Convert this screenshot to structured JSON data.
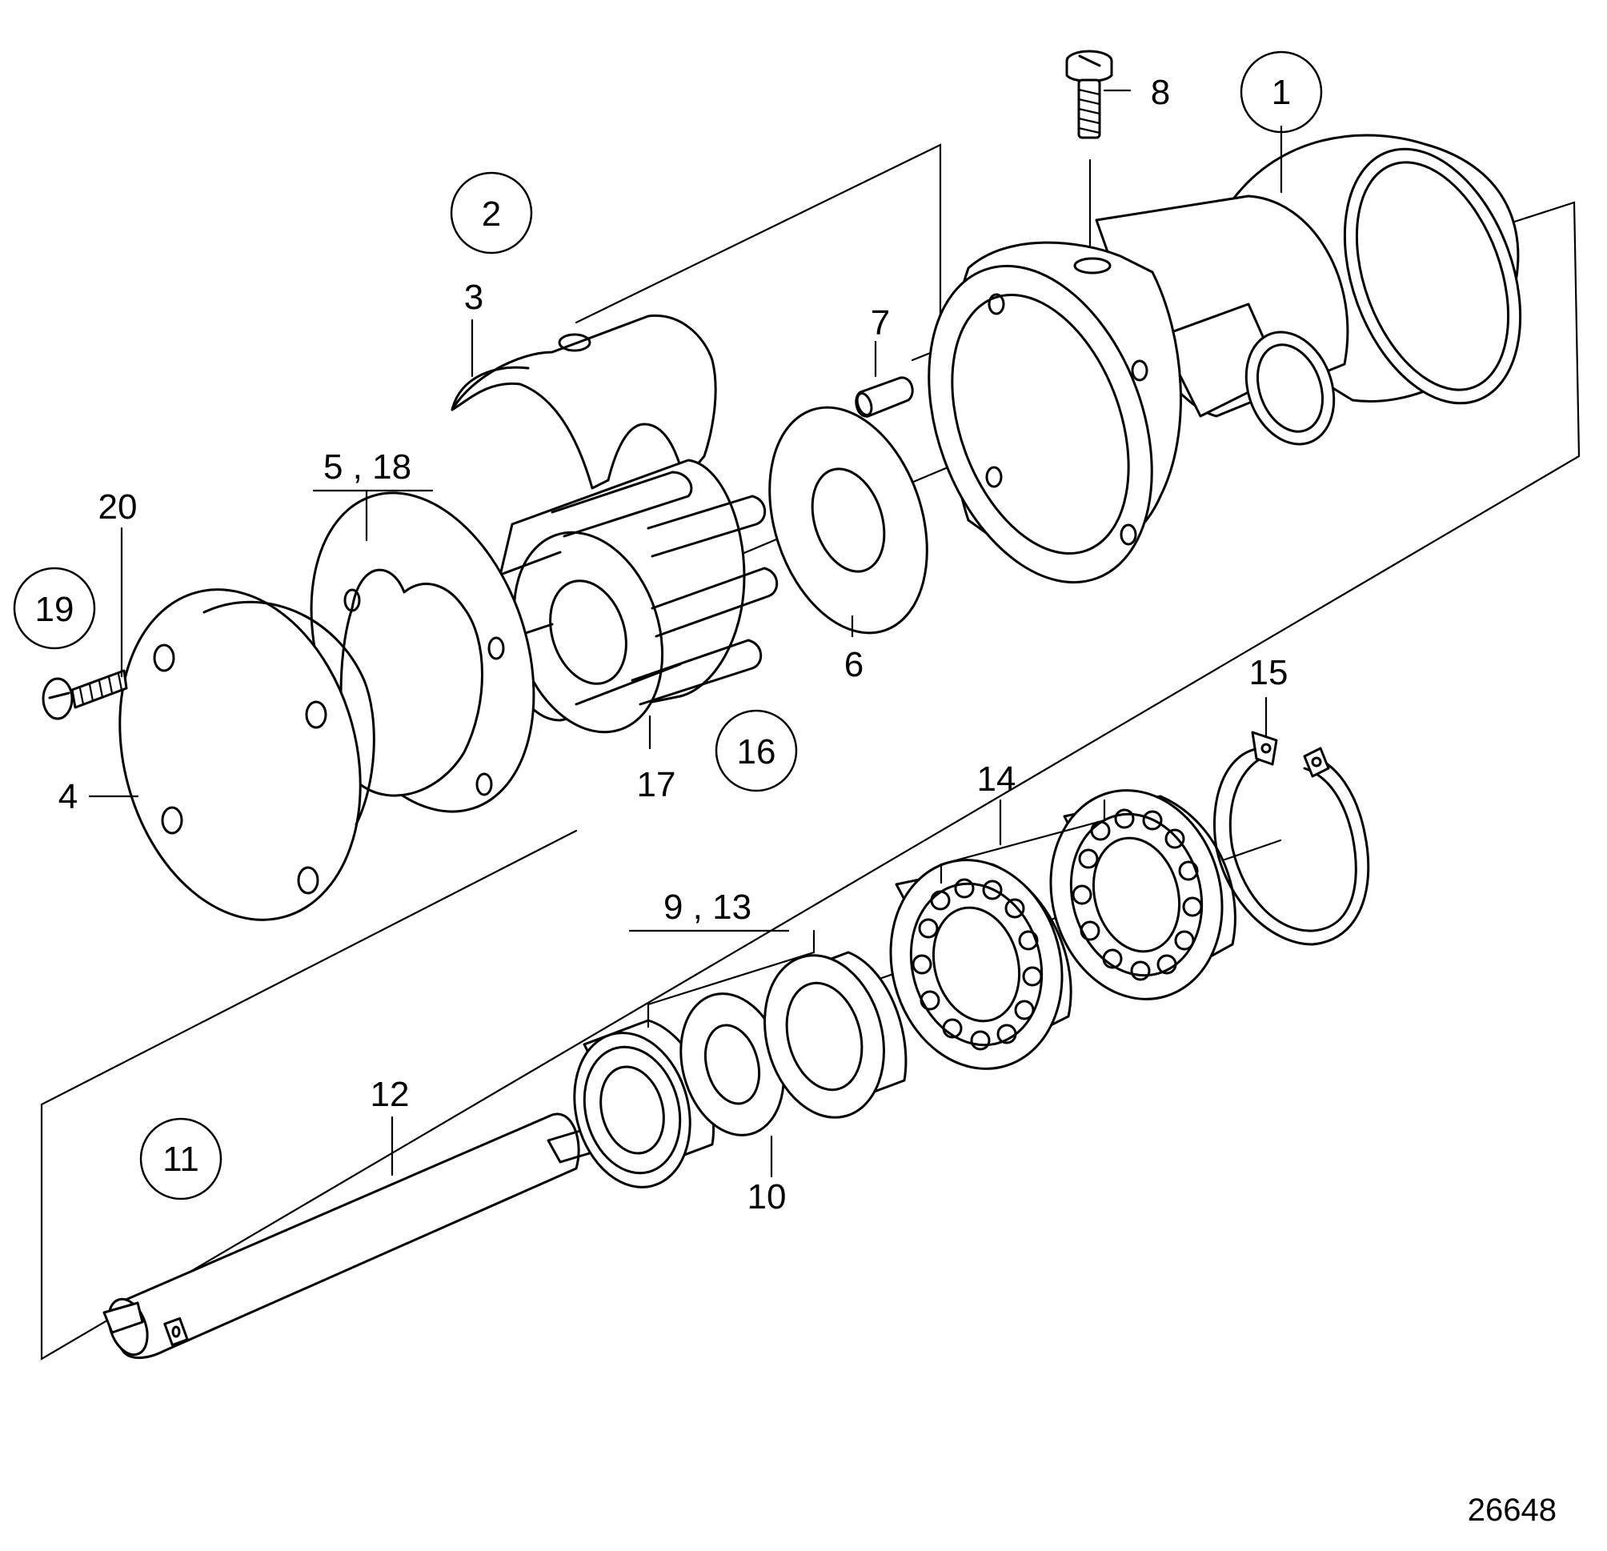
{
  "diagram": {
    "drawing_number": "26648",
    "callouts": {
      "c1": "1",
      "c2": "2",
      "c3": "3",
      "c4": "4",
      "c5_18": "5 , 18",
      "c6": "6",
      "c7": "7",
      "c8": "8",
      "c9_13": "9 , 13",
      "c10": "10",
      "c11": "11",
      "c12": "12",
      "c14": "14",
      "c15": "15",
      "c16": "16",
      "c17": "17",
      "c19": "19",
      "c20": "20"
    }
  }
}
